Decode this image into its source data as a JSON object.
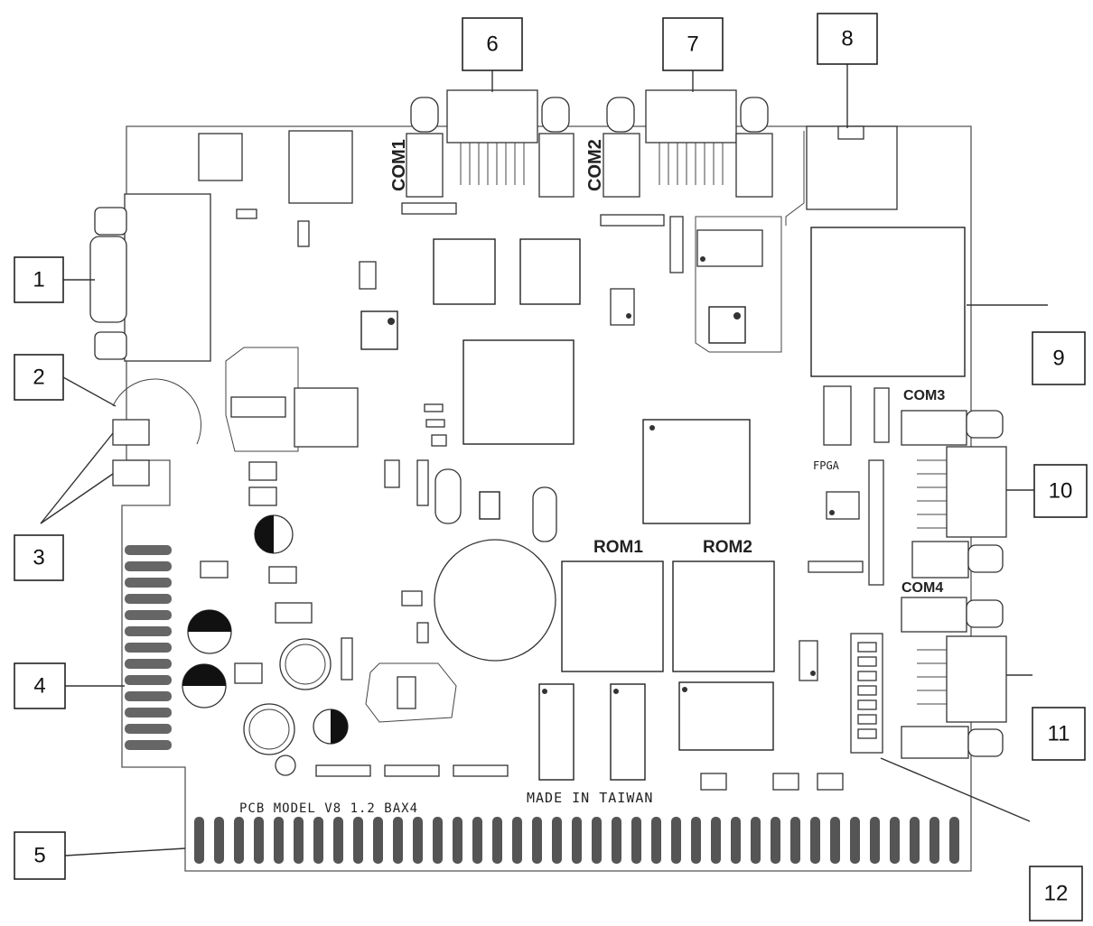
{
  "callouts": [
    "1",
    "2",
    "3",
    "4",
    "5",
    "6",
    "7",
    "8",
    "9",
    "10",
    "11",
    "12"
  ],
  "silkscreen": {
    "com1": "COM1",
    "com2": "COM2",
    "com3": "COM3",
    "com4": "COM4",
    "rom1": "ROM1",
    "rom2": "ROM2",
    "fpga": "FPGA",
    "made_in": "MADE IN TAIWAN",
    "pcb_model": "PCB MODEL V8 1.2 BAX4"
  }
}
